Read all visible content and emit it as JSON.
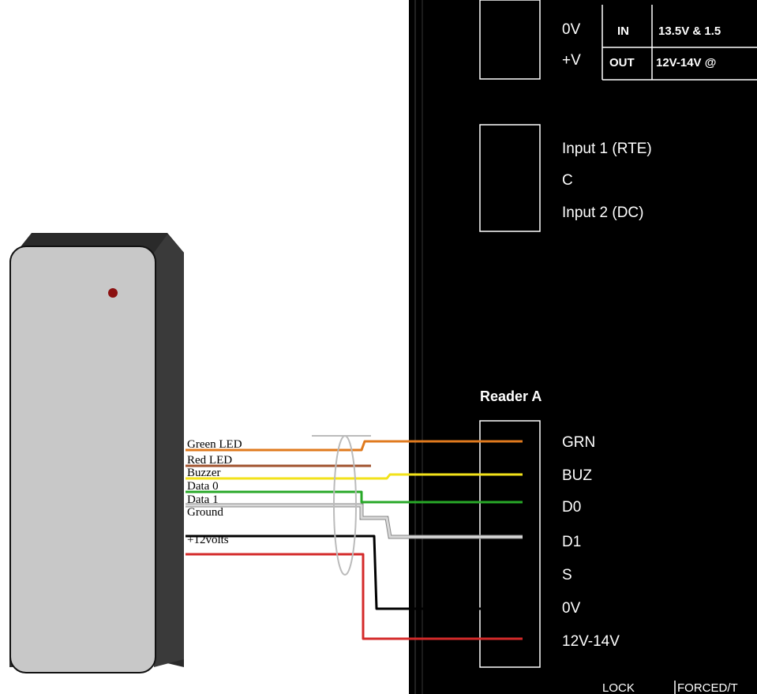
{
  "power": {
    "minus_label": "0V",
    "plus_label": "+V",
    "in_label": "IN",
    "out_label": "OUT",
    "in_spec": "13.5V & 1.5",
    "out_spec": "12V-14V @"
  },
  "inputs": {
    "input1": "Input 1 (RTE)",
    "common": "C",
    "input2": "Input 2 (DC)"
  },
  "reader": {
    "title": "Reader A",
    "terminals": [
      "GRN",
      "BUZ",
      "D0",
      "D1",
      "S",
      "0V",
      "12V-14V"
    ]
  },
  "wires": [
    {
      "label": "Green LED",
      "color": "#e07a1e"
    },
    {
      "label": "Red LED",
      "color": "#a0522d"
    },
    {
      "label": "Buzzer",
      "color": "#f2e21a"
    },
    {
      "label": "Data 0",
      "color": "#28a828"
    },
    {
      "label": "Data 1",
      "color": "#d8d8d8"
    },
    {
      "label": "Ground",
      "color": "#000000"
    },
    {
      "label": "+12volts",
      "color": "#d42a2a"
    }
  ],
  "bottom": {
    "lock": "LOCK",
    "forced": "FORCED/T"
  },
  "device": {
    "body_color": "#c8c8c8",
    "side_color": "#3a3a3a",
    "led_color": "#8b1010"
  }
}
